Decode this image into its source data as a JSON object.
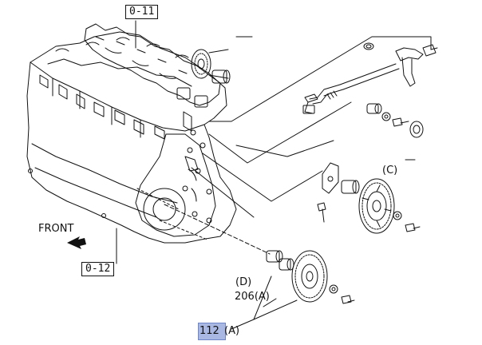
{
  "labels": {
    "ref_top": "0-11",
    "ref_bottom": "0-12",
    "front": "FRONT",
    "callout_c": "(C)",
    "callout_d": "(D)",
    "part_206": "206(A)",
    "part_112_num": "112",
    "part_112_suffix": "(A)"
  },
  "colors": {
    "line": "#111111",
    "highlight": "#a9b8e3"
  },
  "icons": {
    "front_arrow": "arrow-left-icon"
  }
}
